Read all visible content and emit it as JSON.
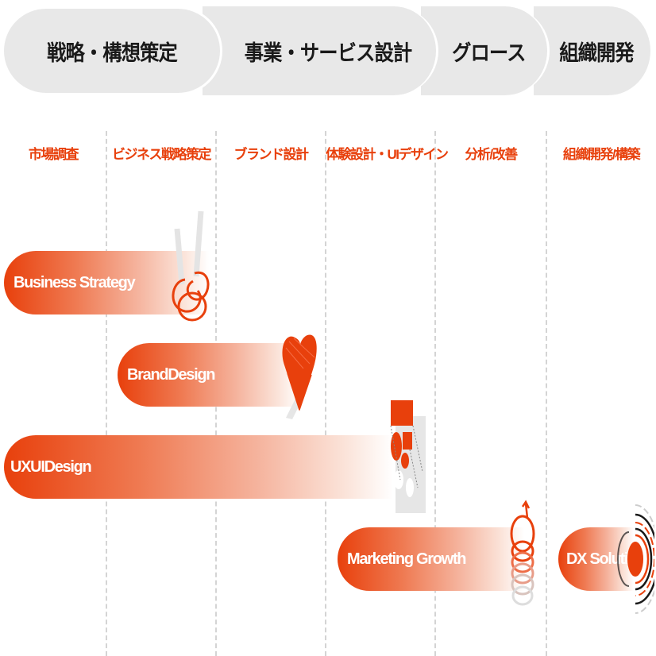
{
  "phases": [
    {
      "label": "戦略・構想策定"
    },
    {
      "label": "事業・サービス設計"
    },
    {
      "label": "グロース"
    },
    {
      "label": "組織開発"
    }
  ],
  "subphases": [
    {
      "label": "市場調査"
    },
    {
      "label": "ビジネス戦略策定"
    },
    {
      "label": "ブランド設計"
    },
    {
      "label": "体験設計・UIデザイン"
    },
    {
      "label": "分析/改善"
    },
    {
      "label": "組織開発/構築"
    }
  ],
  "services": [
    {
      "label": "Business Strategy",
      "icon": "interlocking-rings-icon"
    },
    {
      "label": "BrandDesign",
      "icon": "heart-icon"
    },
    {
      "label": "UXUIDesign",
      "icon": "shapes-icon"
    },
    {
      "label": "Marketing Growth",
      "icon": "spiral-arrow-icon"
    },
    {
      "label": "DX Solution",
      "icon": "concentric-target-icon"
    }
  ],
  "colors": {
    "accent": "#e8400c",
    "phase_bg": "#e8e8e8",
    "phase_text": "#1a1a1a",
    "divider": "#d4d4d4"
  }
}
